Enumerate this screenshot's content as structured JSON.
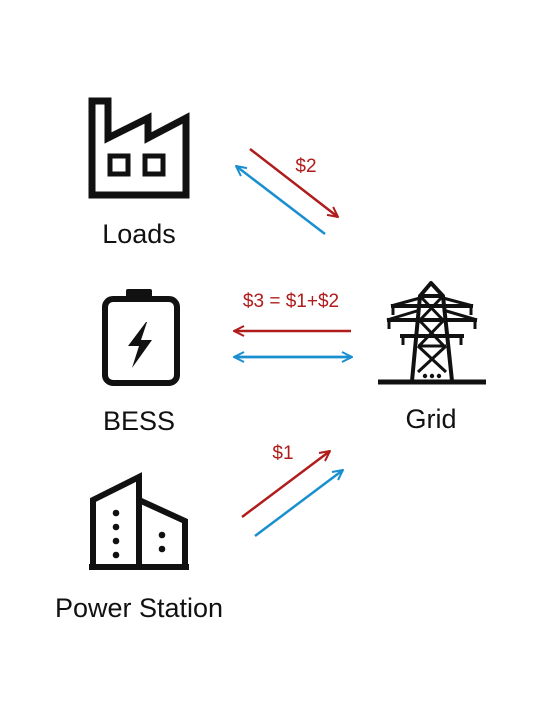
{
  "colors": {
    "money": "#b01c1c",
    "energy": "#1a8fd0",
    "icon": "#111111"
  },
  "nodes": {
    "loads": {
      "label": "Loads",
      "icon": "factory-icon"
    },
    "bess": {
      "label": "BESS",
      "icon": "battery-icon"
    },
    "power_station": {
      "label": "Power Station",
      "icon": "buildings-icon"
    },
    "grid": {
      "label": "Grid",
      "icon": "transmission-tower-icon"
    }
  },
  "flows": {
    "loads_grid": {
      "money_label": "$2"
    },
    "bess_grid": {
      "money_label": "$3 = $1+$2"
    },
    "station_grid": {
      "money_label": "$1"
    }
  }
}
